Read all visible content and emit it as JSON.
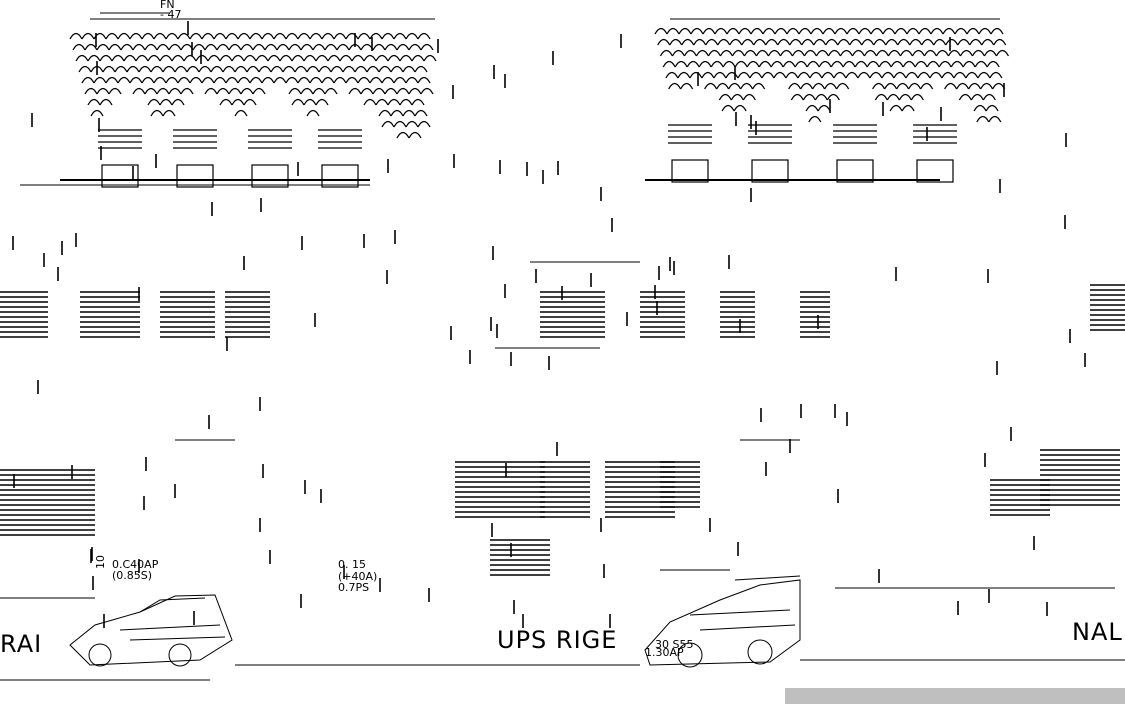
{
  "drawing": {
    "labels": {
      "top_left_a": "FN",
      "top_left_b": "- 47",
      "dim_left_1": "0.C40AP",
      "dim_left_2": "(0.85S)",
      "dim_left_3": "10",
      "dim_mid_1": "0. 15",
      "dim_mid_2": "(+40A)",
      "dim_mid_3": "0.7PS",
      "section_left": "RAI",
      "section_mid": "UPS RIGE",
      "section_right": "NAL",
      "car_note_1": "30 S55",
      "car_note_2": "1.30AP"
    },
    "colors": {
      "ink": "#000000",
      "paper": "#ffffff",
      "bar": "#bfbfbf"
    }
  }
}
